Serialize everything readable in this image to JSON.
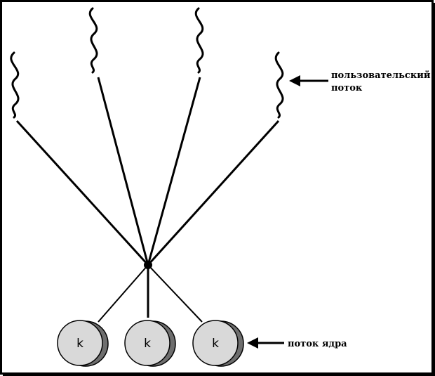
{
  "labels": {
    "user_thread_line1": "пользовательский",
    "user_thread_line2": "поток",
    "kernel_thread": "поток ядра"
  },
  "kernel_threads": [
    {
      "letter": "k"
    },
    {
      "letter": "k"
    },
    {
      "letter": "k"
    }
  ],
  "user_thread_count": 4,
  "colors": {
    "frame": "#000000",
    "line": "#000000",
    "kernel_face": "#d9d9d9",
    "kernel_shadow": "#6e6e6e",
    "background": "#ffffff"
  }
}
